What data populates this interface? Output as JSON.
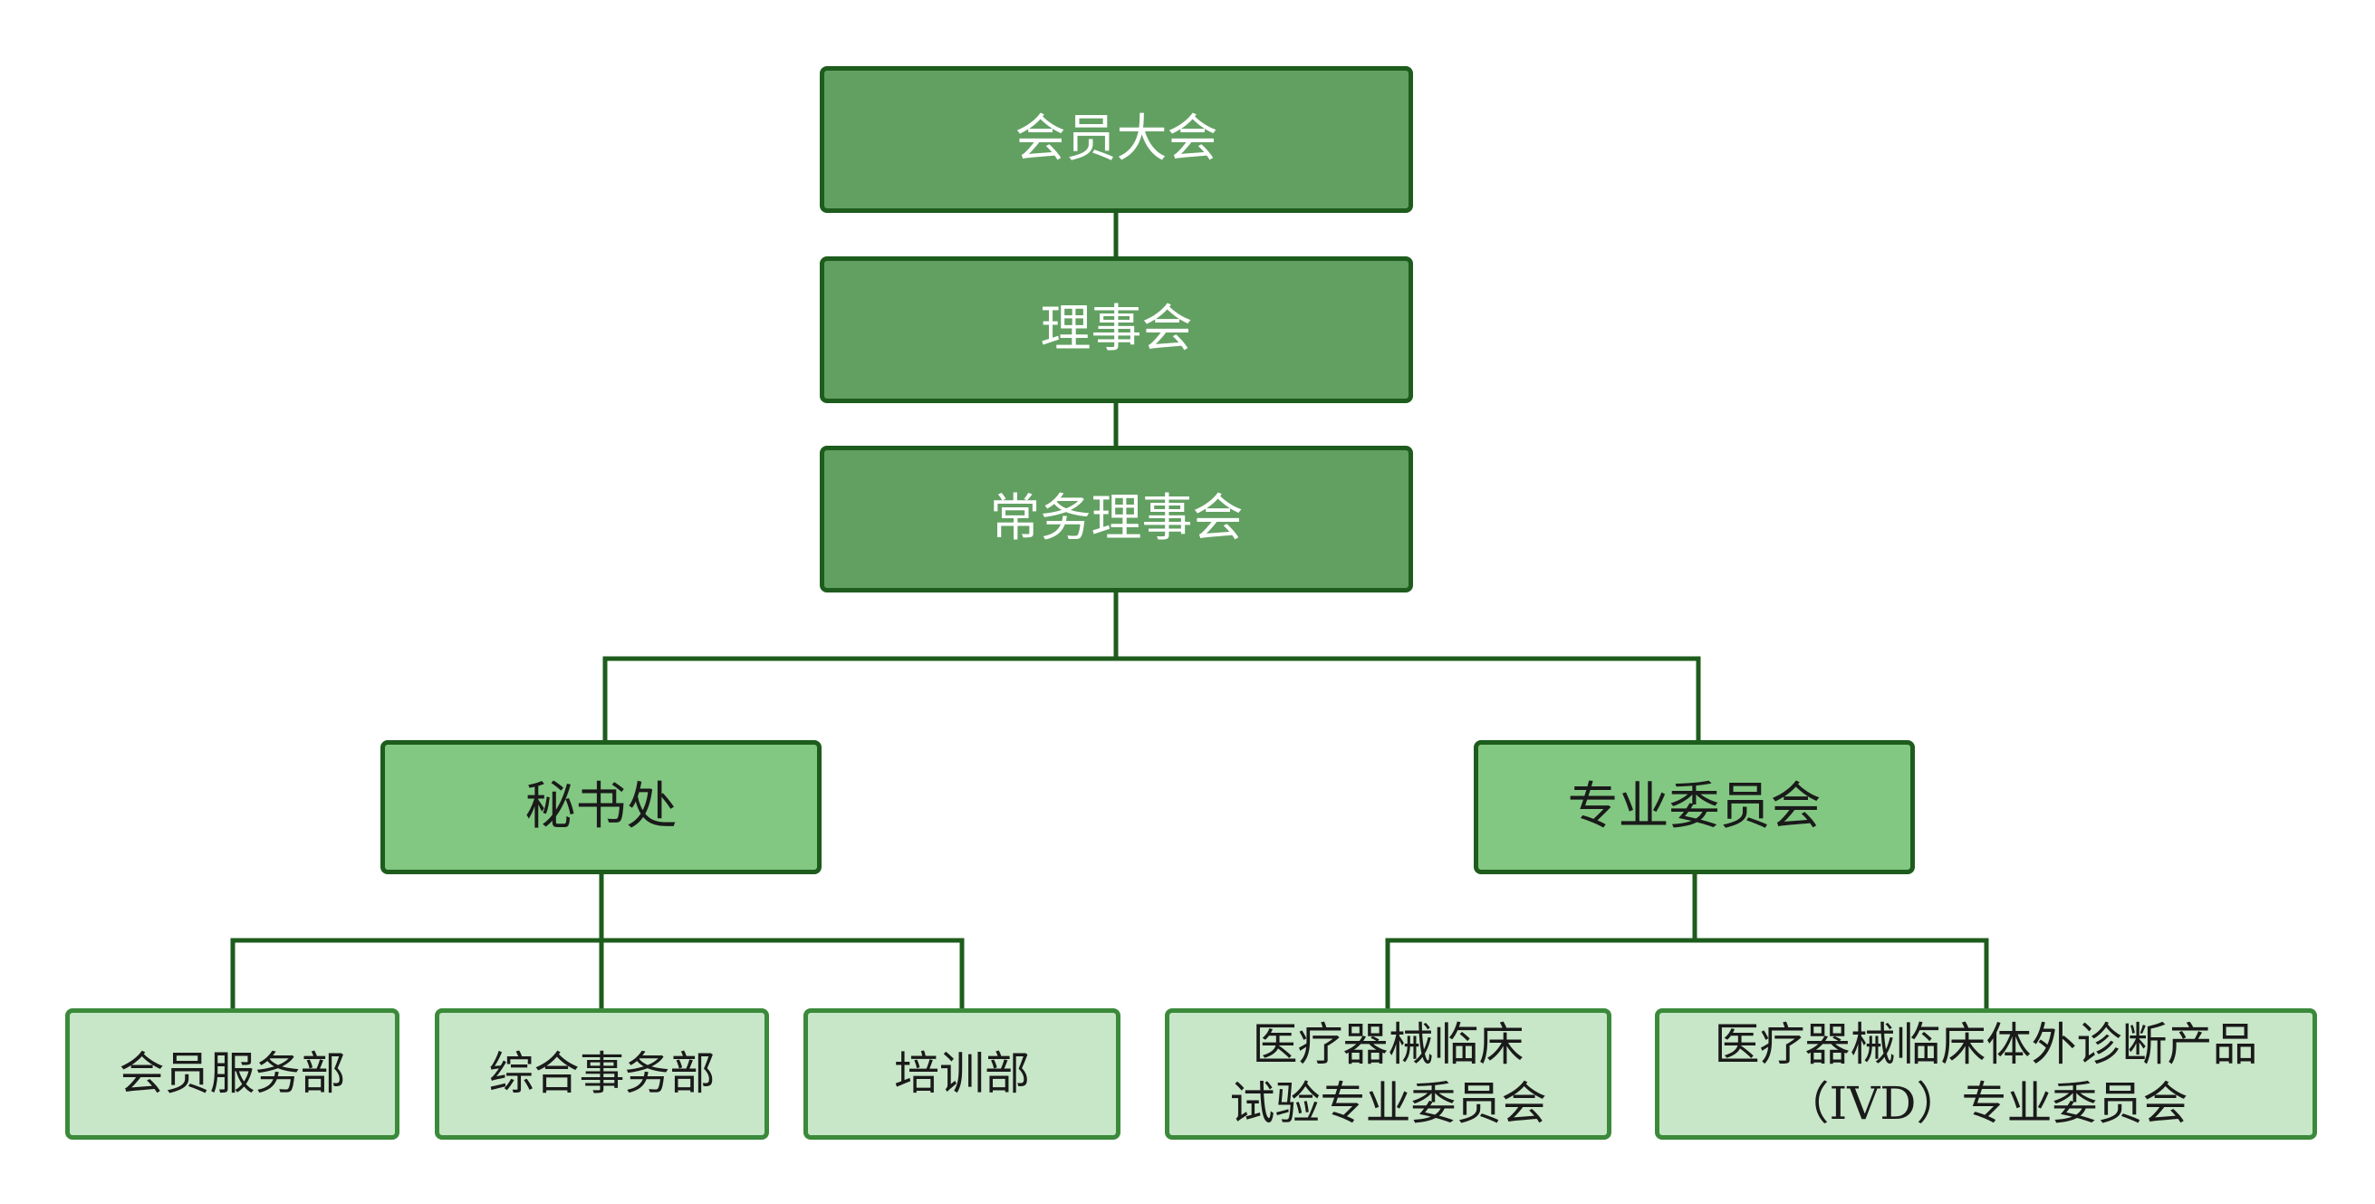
{
  "org_chart": {
    "assembly": "会员大会",
    "council": "理事会",
    "standing_council": "常务理事会",
    "secretariat": {
      "label": "秘书处",
      "departments": [
        "会员服务部",
        "综合事务部",
        "培训部"
      ]
    },
    "committees": {
      "label": "专业委员会",
      "items": [
        "医疗器械临床\n试验专业委员会",
        "医疗器械临床体外诊断产品\n（IVD）专业委员会"
      ]
    }
  },
  "colors": {
    "top_level_fill": "#62a062",
    "mid_level_fill": "#82c882",
    "bottom_level_fill": "#c8e6c8",
    "connector": "#1d5c1d"
  }
}
